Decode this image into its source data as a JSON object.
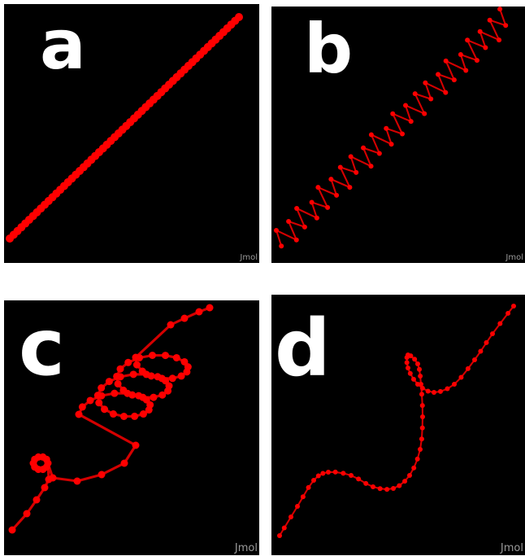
{
  "figure": {
    "panels": [
      {
        "label": "a",
        "watermark": "Jmol",
        "description_shape": "straight-chain"
      },
      {
        "label": "b",
        "watermark": "Jmol",
        "description_shape": "zigzag-chain"
      },
      {
        "label": "c",
        "watermark": "Jmol",
        "description_shape": "helical-chain"
      },
      {
        "label": "d",
        "watermark": "Jmol",
        "description_shape": "loop-chain"
      }
    ]
  },
  "colors": {
    "background": "#000000",
    "bead": "#ff0000",
    "bond": "#d40000",
    "label": "#ffffff"
  }
}
